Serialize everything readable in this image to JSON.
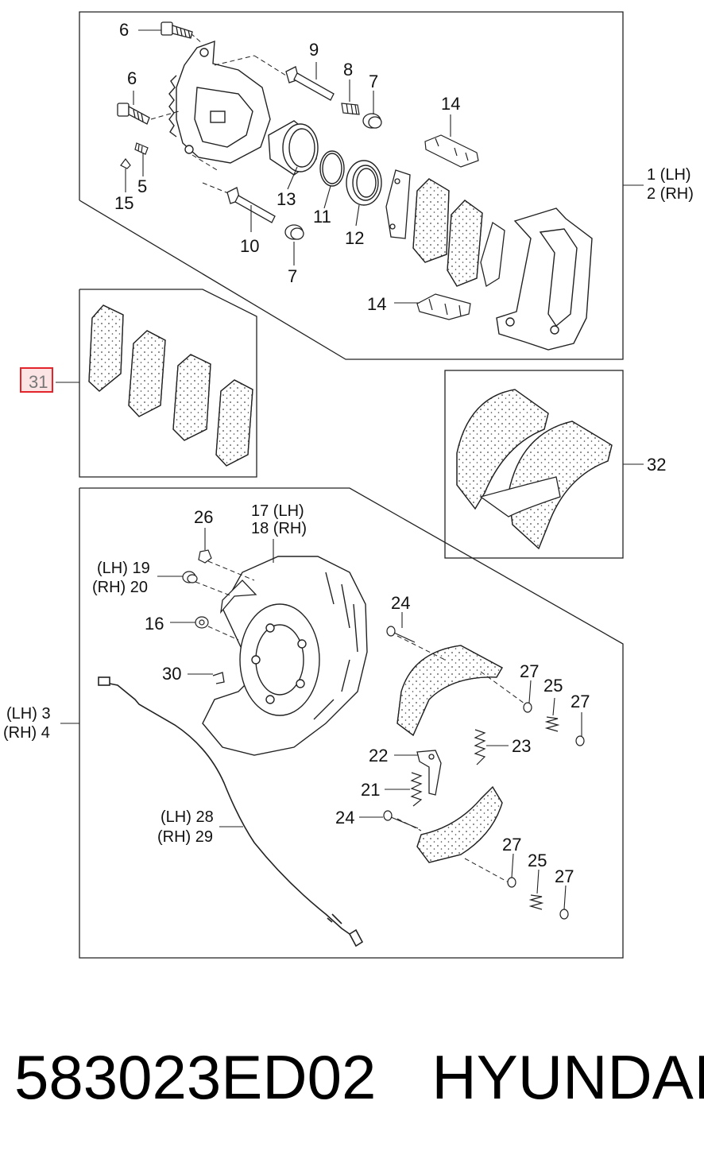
{
  "callouts": {
    "c6a": "6",
    "c6b": "6",
    "c9": "9",
    "c8": "8",
    "c7a": "7",
    "c7b": "7",
    "c14a": "14",
    "c14b": "14",
    "c5": "5",
    "c15": "15",
    "c13": "13",
    "c11": "11",
    "c12": "12",
    "c10": "10",
    "c1": "1 (LH)",
    "c2": "2 (RH)",
    "c31": "31",
    "c32": "32",
    "c26": "26",
    "c17": "17 (LH)",
    "c18": "18 (RH)",
    "c19": "(LH) 19",
    "c20": "(RH) 20",
    "c16": "16",
    "c30": "30",
    "c24a": "24",
    "c24b": "24",
    "c27a": "27",
    "c27b": "27",
    "c27c": "27",
    "c27d": "27",
    "c25a": "25",
    "c25b": "25",
    "c23": "23",
    "c22": "22",
    "c21": "21",
    "c3": "(LH) 3",
    "c4": "(RH) 4",
    "c28": "(LH) 28",
    "c29": "(RH) 29"
  },
  "caption": {
    "part_number": "583023ED02",
    "brand": "HYUNDAI"
  },
  "colors": {
    "line": "#222222",
    "highlight": "#e3242b",
    "highlight_fill": "#fde4e4"
  }
}
